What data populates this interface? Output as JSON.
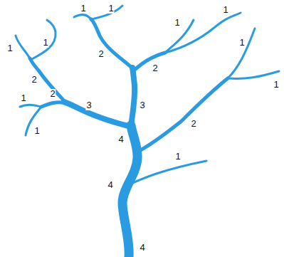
{
  "diagram": {
    "labels": [
      "1",
      "1",
      "1",
      "1",
      "1",
      "1",
      "1",
      "2",
      "2",
      "2",
      "1",
      "1",
      "2",
      "3",
      "3",
      "2",
      "1",
      "4",
      "1",
      "4",
      "4"
    ]
  }
}
